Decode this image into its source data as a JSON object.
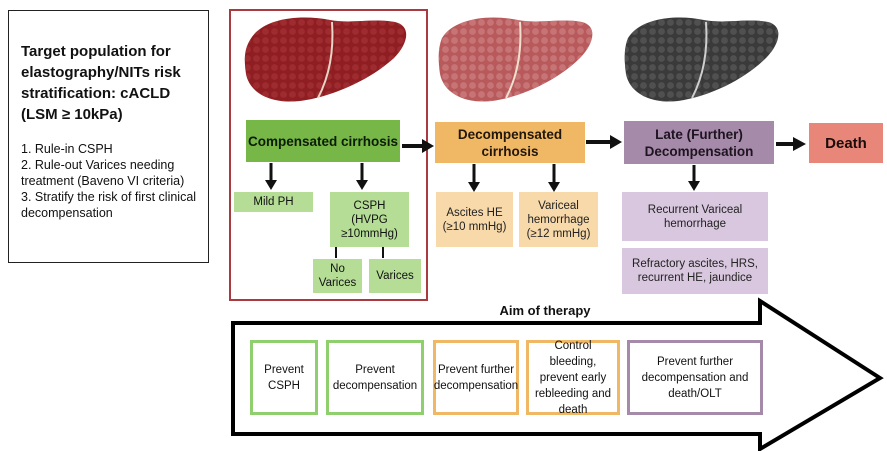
{
  "info": {
    "title": "Target population for elastography/NITs risk stratification: cACLD (LSM ≥ 10kPa)",
    "items": [
      "1. Rule-in CSPH",
      "2. Rule-out Varices needing treatment (Baveno VI criteria)",
      "3. Stratify the risk of first clinical decompensation"
    ]
  },
  "stages": {
    "compensated": "Compensated cirrhosis",
    "decompensated": "Decompensated cirrhosis",
    "late": "Late (Further) Decompensation",
    "death": "Death"
  },
  "sub": {
    "mild_ph": "Mild PH",
    "csph": "CSPH (HVPG ≥10mmHg)",
    "no_varices": "No Varices",
    "varices": "Varices",
    "ascites": "Ascites HE (≥10 mmHg)",
    "variceal": "Variceal hemorrhage (≥12 mmHg)",
    "recurrent": "Recurrent Variceal hemorrhage",
    "refractory": "Refractory ascites, HRS, recurrent HE, jaundice"
  },
  "therapy": {
    "title": "Aim of therapy",
    "items": [
      "Prevent CSPH",
      "Prevent decompensation",
      "Prevent further decompensation",
      "Control bleeding, prevent early rebleeding and death",
      "Prevent further decompensation and death/OLT"
    ]
  },
  "colors": {
    "frame": "#a93a3f",
    "green": "#76b747",
    "orange": "#f0b764",
    "purple": "#a68aaa",
    "death": "#e8867a",
    "liver_1": "#8e1e22",
    "liver_2": "#b85a5c",
    "liver_3": "#3a3a3a"
  },
  "icons": [
    "liver-icon",
    "arrow-right-icon",
    "arrow-down-icon"
  ]
}
